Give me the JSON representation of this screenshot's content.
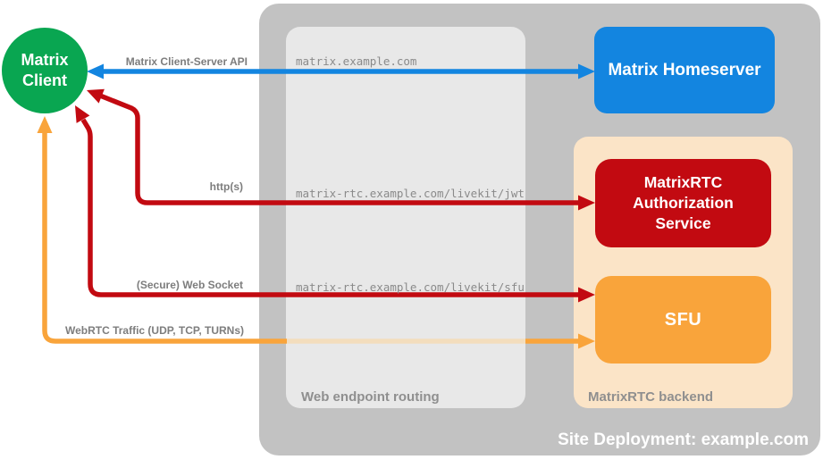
{
  "diagram": {
    "site_label": "Site Deployment: example.com",
    "nodes": {
      "client": {
        "label": "Matrix\nClient"
      },
      "homeserver": {
        "label": "Matrix Homeserver"
      },
      "auth_service": {
        "label": "MatrixRTC\nAuthorization\nService"
      },
      "sfu": {
        "label": "SFU"
      }
    },
    "panels": {
      "routing": {
        "label": "Web endpoint routing"
      },
      "backend": {
        "label": "MatrixRTC backend"
      }
    },
    "connections": [
      {
        "id": "client-server-api",
        "label": "Matrix Client-Server API",
        "endpoint": "matrix.example.com",
        "color": "#1385E0",
        "direction": "bidirectional"
      },
      {
        "id": "https",
        "label": "http(s)",
        "endpoint": "matrix-rtc.example.com/livekit/jwt",
        "color": "#C20A11",
        "direction": "bidirectional"
      },
      {
        "id": "secure-web-socket",
        "label": "(Secure) Web Socket",
        "endpoint": "matrix-rtc.example.com/livekit/sfu",
        "color": "#C20A11",
        "direction": "bidirectional"
      },
      {
        "id": "webrtc-traffic",
        "label": "WebRTC Traffic (UDP, TCP, TURNs)",
        "color": "#F9A43B",
        "direction": "bidirectional"
      }
    ],
    "colors": {
      "green": "#09A651",
      "blue": "#1385E0",
      "red": "#C20A11",
      "orange": "#F9A43B",
      "orange_faded": "#F3DDBD",
      "peach": "#FBE4C7",
      "container": "#C2C2C2",
      "panel": "#E8E8E8",
      "label_gray": "#7D7D7D",
      "caption_gray": "#8F8F8F",
      "url_gray": "#8A8A8A",
      "white": "#FFFFFF"
    }
  }
}
